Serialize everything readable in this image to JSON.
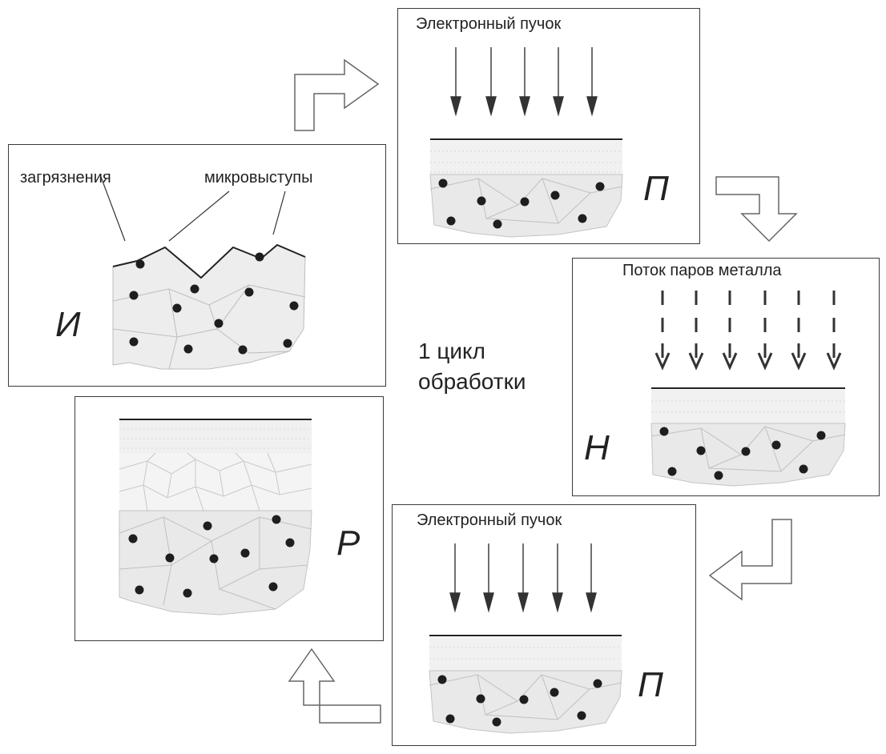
{
  "panel_i": {
    "label_left": "загрязнения",
    "label_right": "микровыступы",
    "letter": "И"
  },
  "panel_p_top": {
    "beam_label": "Электронный пучок",
    "letter": "П"
  },
  "panel_h": {
    "vapor_label": "Поток паров металла",
    "letter": "Н"
  },
  "panel_p_bottom": {
    "beam_label": "Электронный пучок",
    "letter": "П"
  },
  "panel_r": {
    "letter": "Р"
  },
  "center": {
    "line1": "1 цикл",
    "line2": "обработки"
  }
}
